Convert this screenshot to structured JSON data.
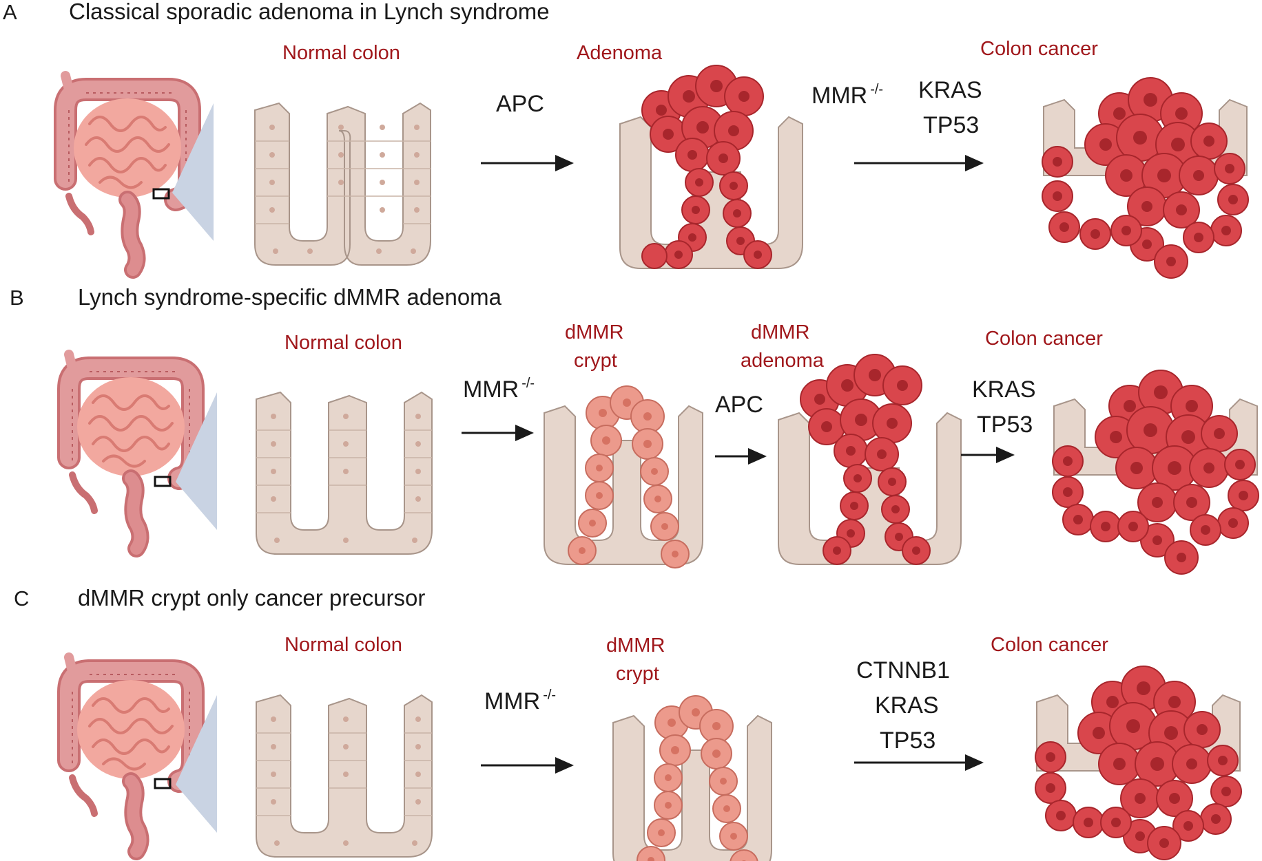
{
  "panels": [
    {
      "letter": "A",
      "title": "Classical sporadic adenoma in Lynch syndrome",
      "stages": {
        "normal": "Normal colon",
        "adenoma": "Adenoma",
        "cancer": "Colon cancer"
      },
      "mutations": {
        "step1": "APC",
        "step2_mmr": "MMR",
        "step2_sup": "-/-",
        "step2_line1": "KRAS",
        "step2_line2": "TP53"
      }
    },
    {
      "letter": "B",
      "title": "Lynch syndrome-specific dMMR adenoma",
      "stages": {
        "normal": "Normal colon",
        "crypt_line1": "dMMR",
        "crypt_line2": "crypt",
        "adenoma_line1": "dMMR",
        "adenoma_line2": "adenoma",
        "cancer": "Colon cancer"
      },
      "mutations": {
        "step1_mmr": "MMR",
        "step1_sup": "-/-",
        "step2": "APC",
        "step3_line1": "KRAS",
        "step3_line2": "TP53"
      }
    },
    {
      "letter": "C",
      "title": "dMMR crypt only cancer precursor",
      "stages": {
        "normal": "Normal colon",
        "crypt_line1": "dMMR",
        "crypt_line2": "crypt",
        "cancer": "Colon cancer"
      },
      "mutations": {
        "step1_mmr": "MMR",
        "step1_sup": "-/-",
        "step2_line1": "CTNNB1",
        "step2_line2": "KRAS",
        "step2_line3": "TP53"
      }
    }
  ],
  "colors": {
    "stage_label": "#a0171b",
    "epithelium": "#e6d6cc",
    "epithelium_stroke": "#a8958a",
    "tumor": "#d9464c",
    "tumor_dark": "#a8262c",
    "dmmr": "#ec9a8c",
    "colon": "#d98080",
    "small_intestine": "#f0a39a",
    "zoom_wedge": "#c9d3e3"
  },
  "icons": [
    "colon-organ-icon",
    "normal-crypt-icon",
    "adenoma-crypt-icon",
    "dmmr-crypt-icon",
    "cancer-crypt-icon",
    "arrow-right-icon"
  ]
}
